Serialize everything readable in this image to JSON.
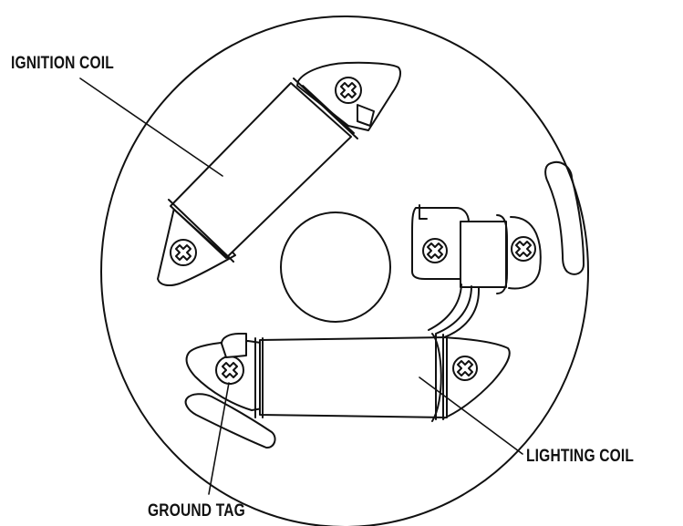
{
  "labels": {
    "ignition_coil": "IGNITION COIL",
    "lighting_coil": "LIGHTING COIL",
    "ground_tag": "GROUND TAG"
  },
  "colors": {
    "ink": "#111111",
    "paper": "#ffffff"
  }
}
